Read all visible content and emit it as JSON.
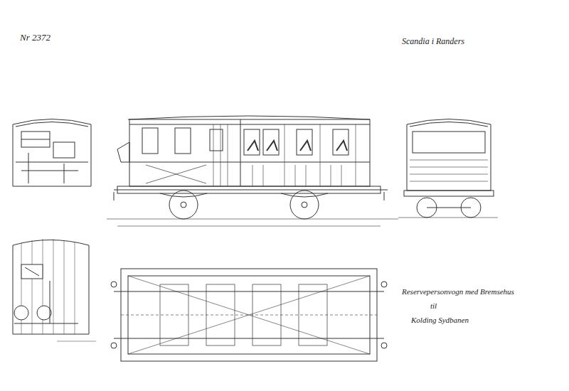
{
  "diagram": {
    "labels": [
      "Nr 2372",
      "Scandia i Randers",
      "Reservepersonvogn med Bremsehus",
      "til",
      "Kolding Sydbanen"
    ]
  }
}
